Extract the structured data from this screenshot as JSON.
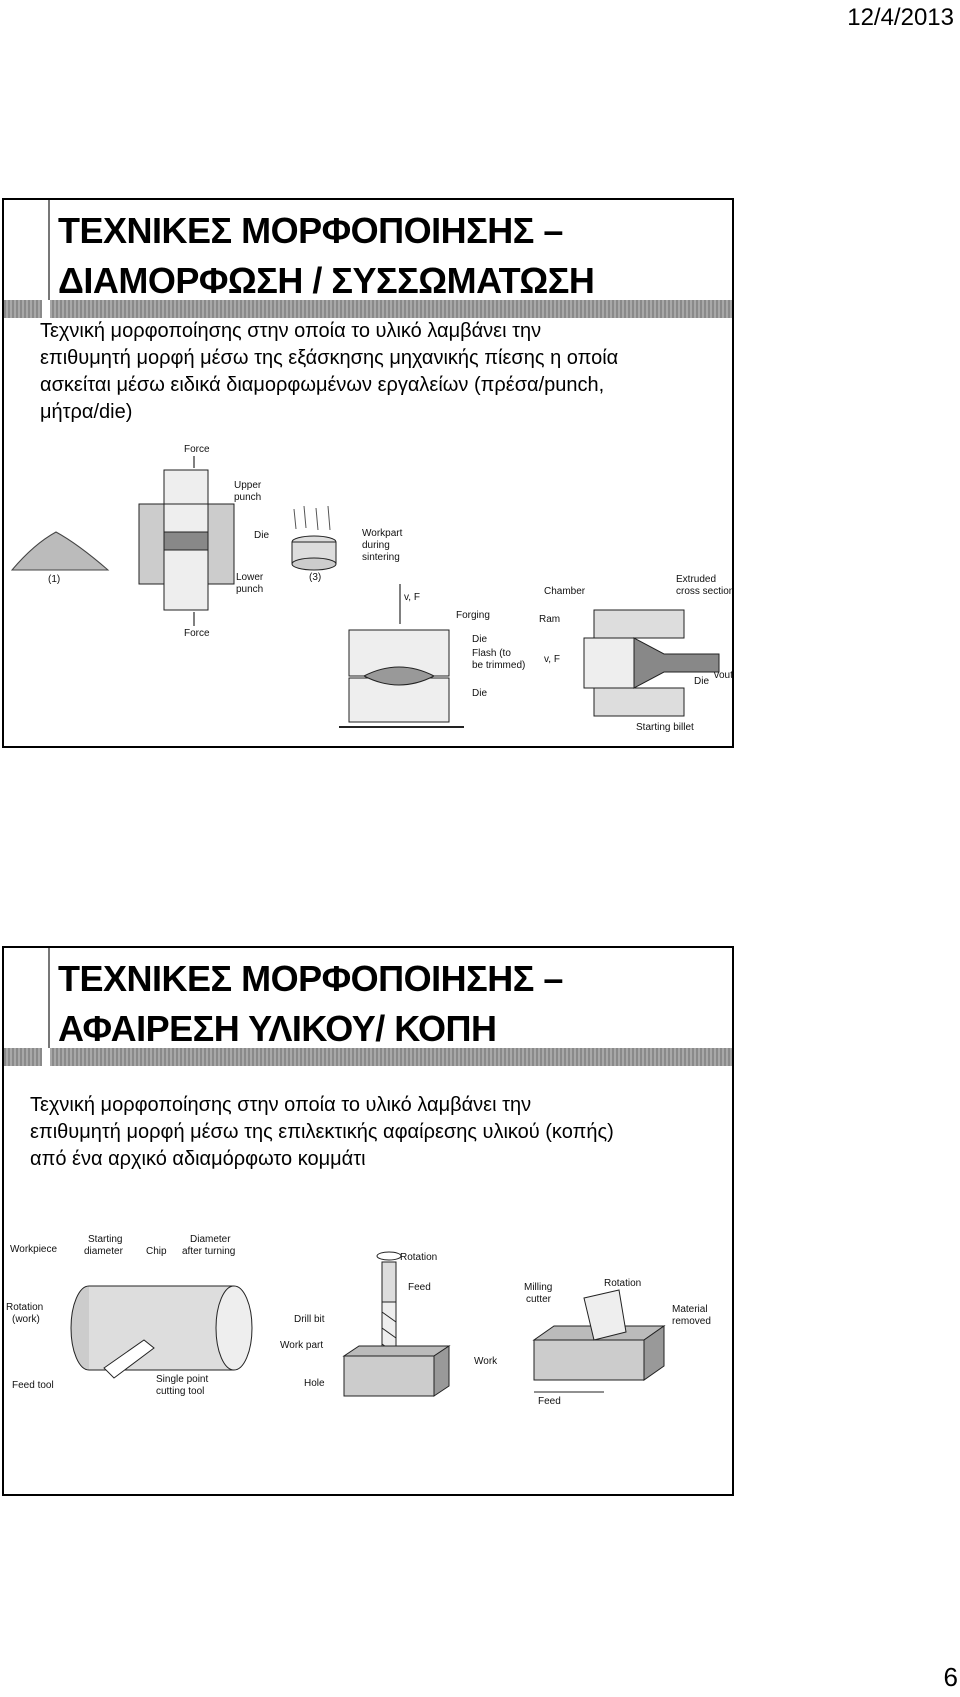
{
  "header": {
    "date": "12/4/2013"
  },
  "footer": {
    "page_number": "6"
  },
  "slide1": {
    "title_line1": "ΤΕΧΝΙΚΕΣ ΜΟΡΦΟΠΟΙΗΣΗΣ –",
    "title_line2": "ΔΙΑΜΟΡΦΩΣΗ / ΣΥΣΣΩΜΑΤΩΣΗ",
    "body_lines": [
      "Τεχνική μορφοποίησης στην οποία το υλικό λαμβάνει την",
      "επιθυμητή μορφή μέσω της εξάσκησης μηχανικής πίεσης η οποία",
      "ασκείται μέσω ειδικά διαμορφωμένων εργαλείων (πρέσα/punch,",
      "μήτρα/die)"
    ],
    "figure_labels": {
      "force_top": "Force",
      "upper_punch_1": "Upper",
      "upper_punch_2": "punch",
      "die": "Die",
      "lower_punch_1": "Lower",
      "lower_punch_2": "punch",
      "force_bottom": "Force",
      "step1": "(1)",
      "step3": "(3)",
      "workpart_1": "Workpart",
      "workpart_2": "during",
      "workpart_3": "sintering",
      "vf_forging": "v, F",
      "forging": "Forging",
      "die_top": "Die",
      "flash_1": "Flash (to",
      "flash_2": "be trimmed)",
      "die_bottom": "Die",
      "chamber": "Chamber",
      "extruded_1": "Extruded",
      "extruded_2": "cross section",
      "ram": "Ram",
      "vf_extrusion": "v, F",
      "die_extrusion": "Die",
      "vout": "vout",
      "starting_billet": "Starting billet"
    }
  },
  "slide2": {
    "title_line1": "ΤΕΧΝΙΚΕΣ ΜΟΡΦΟΠΟΙΗΣΗΣ –",
    "title_line2": "ΑΦΑΙΡΕΣΗ ΥΛΙΚΟΥ/ ΚΟΠΗ",
    "body_lines": [
      "Τεχνική μορφοποίησης στην οποία το υλικό λαμβάνει την",
      "επιθυμητή μορφή μέσω της επιλεκτικής αφαίρεσης υλικού (κοπής)",
      "από ένα αρχικό αδιαμόρφωτο κομμάτι"
    ],
    "figure_labels": {
      "workpiece": "Workpiece",
      "starting_1": "Starting",
      "starting_2": "diameter",
      "chip": "Chip",
      "diameter_1": "Diameter",
      "diameter_2": "after turning",
      "rotation_work_1": "Rotation",
      "rotation_work_2": "(work)",
      "feed_tool": "Feed tool",
      "single_1": "Single point",
      "single_2": "cutting tool",
      "rotation_drill": "Rotation",
      "feed_drill": "Feed",
      "drill_bit": "Drill bit",
      "work_part": "Work part",
      "hole": "Hole",
      "milling_1": "Milling",
      "milling_2": "cutter",
      "rotation_mill": "Rotation",
      "material_1": "Material",
      "material_2": "removed",
      "work": "Work",
      "feed_mill": "Feed"
    }
  }
}
